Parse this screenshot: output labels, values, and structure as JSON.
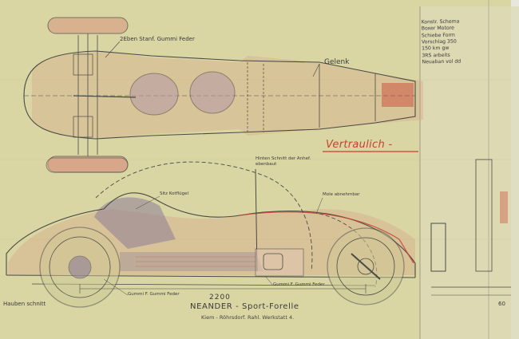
{
  "annotations": {
    "rubber_spring_top": "2Eben Stanf. Gummi Feder",
    "joint": "Gelenk",
    "confidential": "Vertraulich -",
    "contour_label": "Hinten Schnitt der Anhef. ebenbaut",
    "mudguard": "Sitz Kotflügel",
    "wheel_cover": "Mole abnehmbar",
    "rubber_spring_front": "Gummi F. Gummi Feder",
    "rubber_spring_rear": "Gummi F. Gummi Feder",
    "rear_section": "Hauben schnitt",
    "dimension": "2200",
    "title": "NEANDER - Sport-Forelle",
    "subtitle": "Kiem - Röhrsdorf. Rahl. Werkstatt 4.",
    "right_fragment": "60"
  },
  "spec_block": {
    "lines": [
      "Konstr. Schema",
      "Boxer Motore",
      "Schiebe Form",
      "Vorschlag 350",
      "150 km gw",
      "3RS arbeits",
      "Neuaban vol dd"
    ]
  },
  "colors": {
    "paper": "#d9d6a4",
    "pencil": "#4a4a46",
    "red_pencil": "#c8402f",
    "purple_shading": "#8e7e98",
    "peach_shading": "#d8a287"
  }
}
